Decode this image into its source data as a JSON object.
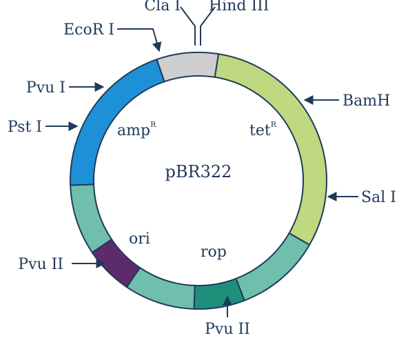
{
  "plasmid": {
    "name": "pBR322",
    "segments": [
      {
        "id": "seg-cla-hind",
        "color": "#cfcfcf"
      },
      {
        "id": "seg-tet",
        "color": "#bed97f"
      },
      {
        "id": "seg-teal-right",
        "color": "#6fbfac"
      },
      {
        "id": "seg-rop",
        "color": "#1f8f7c"
      },
      {
        "id": "seg-teal-bottom",
        "color": "#6fbfac"
      },
      {
        "id": "seg-ori",
        "color": "#5c2a6d"
      },
      {
        "id": "seg-teal-left",
        "color": "#6fbfac"
      },
      {
        "id": "seg-amp",
        "color": "#1e90d8"
      }
    ],
    "genes": {
      "amp": {
        "label": "amp",
        "sup": "R"
      },
      "tet": {
        "label": "tet",
        "sup": "R"
      },
      "ori": {
        "label": "ori"
      },
      "rop": {
        "label": "rop"
      }
    },
    "sites": {
      "cla": "Cla I",
      "hind": "Hind III",
      "ecor": "EcoR I",
      "bamh": "BamH",
      "sal": "Sal I",
      "pvu1": "Pvu I",
      "pst": "Pst I",
      "pvu2_left": "Pvu II",
      "pvu2_bottom": "Pvu II"
    }
  },
  "colors": {
    "text": "#1f3a5a",
    "arrow": "#1f3a5a",
    "outline": "#1f3a5a"
  }
}
